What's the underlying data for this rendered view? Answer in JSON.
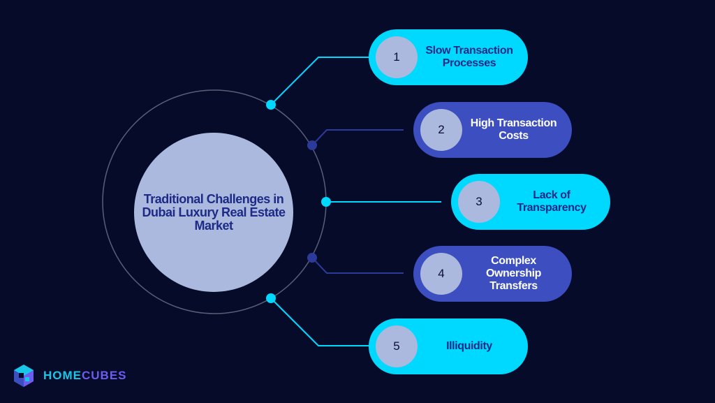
{
  "center": {
    "title": "Traditional Challenges in Dubai Luxury Real Estate Market"
  },
  "items": [
    {
      "number": "1",
      "label": "Slow Transaction Processes",
      "style": "cyan"
    },
    {
      "number": "2",
      "label": "High Transaction Costs",
      "style": "indigo"
    },
    {
      "number": "3",
      "label": "Lack of Transparency",
      "style": "cyan"
    },
    {
      "number": "4",
      "label": "Complex Ownership Transfers",
      "style": "indigo"
    },
    {
      "number": "5",
      "label": "Illiquidity",
      "style": "cyan"
    }
  ],
  "brand": {
    "part1": "HOME",
    "part2": "CUBES"
  },
  "colors": {
    "cyan": "#00d9ff",
    "indigo": "#3d4fc0",
    "circle": "#aab9dd",
    "background": "#070b2a"
  }
}
